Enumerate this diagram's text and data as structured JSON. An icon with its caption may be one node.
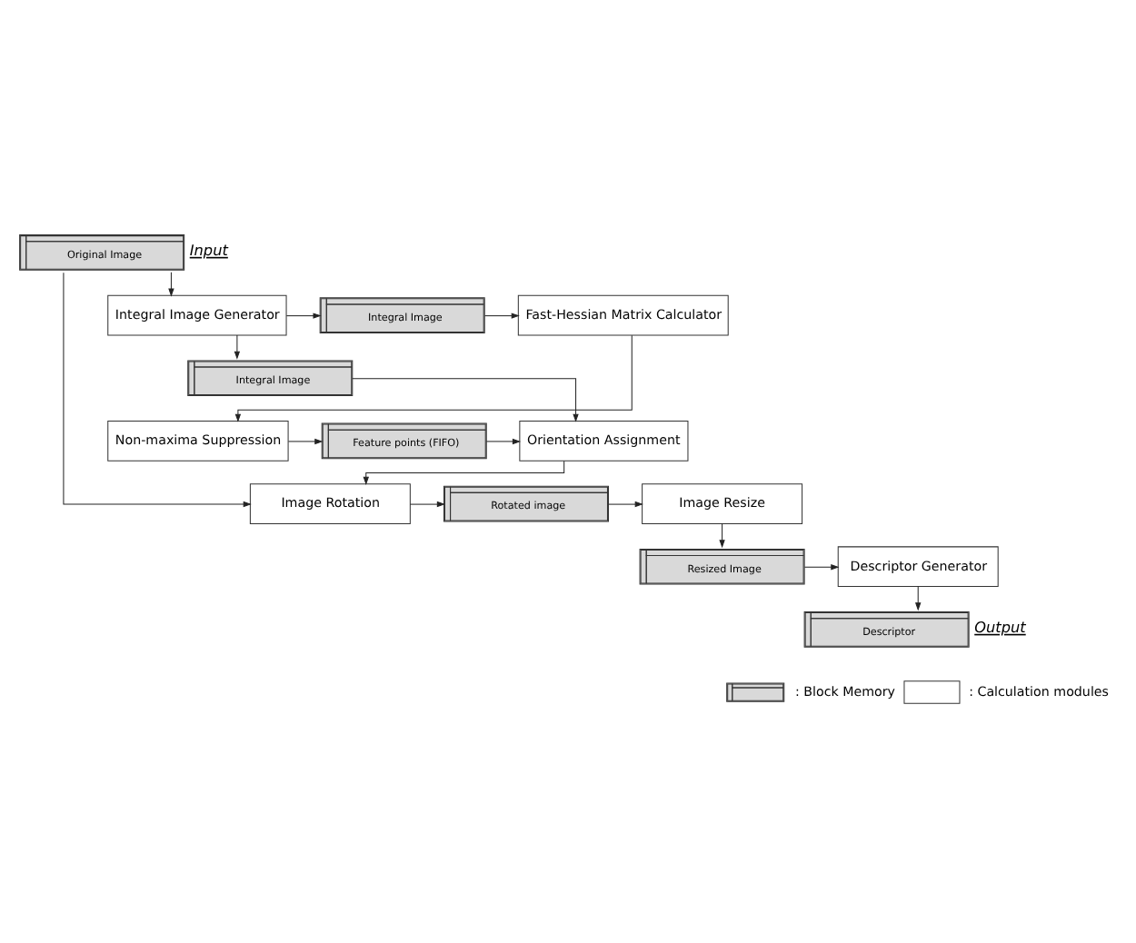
{
  "diagram": {
    "nodes": [
      {
        "text": [
          "Original Image"
        ],
        "beside": [
          "Input"
        ]
      },
      {
        "text": [
          "Integral Image Generator"
        ]
      },
      {
        "text": [
          "Integral Image"
        ]
      },
      {
        "text": [
          "Fast-Hessian Matrix Calculator"
        ]
      },
      {
        "text": [
          "Integral Image"
        ]
      },
      {
        "text": [
          "Orientation Assignment"
        ]
      },
      {
        "text": [
          "Feature points (FIFO)"
        ]
      },
      {
        "text": [
          "Non-maxima Suppression"
        ]
      },
      {
        "text": [
          "Image Rotation"
        ]
      },
      {
        "text": [
          "Rotated image"
        ]
      },
      {
        "text": [
          "Image Resize"
        ]
      },
      {
        "text": [
          "Descriptor Generator"
        ]
      },
      {
        "text": [
          "Resized Image"
        ]
      },
      {
        "text": [
          "Descriptor"
        ],
        "beside": [
          "Output"
        ]
      }
    ],
    "edges": [
      {
        "from": 0,
        "to": 1,
        "arrow": "to"
      },
      {
        "from": 0,
        "to": 8,
        "arrow": "to"
      },
      {
        "from": 1,
        "to": 2,
        "arrow": "to"
      },
      {
        "from": 2,
        "to": 3,
        "arrow": "to"
      },
      {
        "from": 1,
        "to": 4,
        "arrow": "to"
      },
      {
        "from": 4,
        "to": 5,
        "arrow": "to"
      },
      {
        "from": 3,
        "to": 7,
        "arrow": "to"
      },
      {
        "from": 7,
        "to": 6,
        "arrow": "to"
      },
      {
        "from": 6,
        "to": 5,
        "arrow": "to"
      },
      {
        "from": 5,
        "to": 8,
        "arrow": "to"
      },
      {
        "from": 8,
        "to": 9,
        "arrow": "to"
      },
      {
        "from": 9,
        "to": 10,
        "arrow": "to"
      },
      {
        "from": 10,
        "to": 12,
        "arrow": "to"
      },
      {
        "from": 12,
        "to": 11,
        "arrow": "to"
      },
      {
        "from": 11,
        "to": 13,
        "arrow": "to"
      }
    ],
    "legend": [
      {
        "text": ": Block Memory"
      },
      {
        "text": ": Calculation modules"
      }
    ]
  }
}
